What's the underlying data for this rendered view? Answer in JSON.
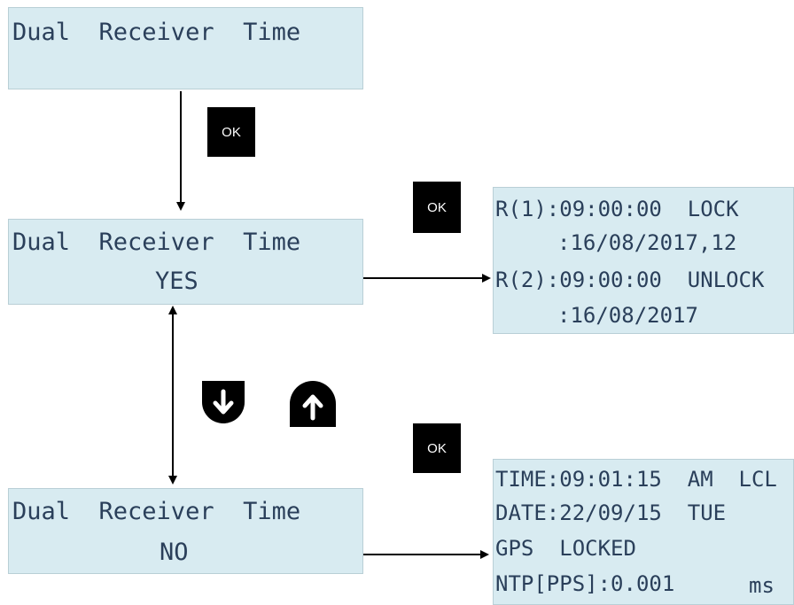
{
  "screens": {
    "top": {
      "line1": "Dual  Receiver  Time"
    },
    "middle": {
      "line1": "Dual  Receiver  Time",
      "line2": "YES"
    },
    "bottom": {
      "line1": "Dual  Receiver  Time",
      "line2": "NO"
    },
    "receivers": {
      "line1": "R(1):09:00:00  LOCK",
      "line2": ":16/08/2017,12",
      "line3": "R(2):09:00:00  UNLOCK",
      "line4": ":16/08/2017"
    },
    "status": {
      "line1": "TIME:09:01:15  AM  LCL",
      "line2": "DATE:22/09/15  TUE",
      "line3": "GPS  LOCKED",
      "line4": "NTP[PPS]:0.001",
      "line4_unit": "ms"
    }
  },
  "keys": {
    "ok_top": "OK",
    "ok_middle": "OK",
    "ok_bottom": "OK",
    "down_icon": "down-arrow-icon",
    "up_icon": "up-arrow-icon"
  },
  "colors": {
    "lcd_background": "#d8ebf1",
    "lcd_text": "#2a3f5a",
    "key_background": "#000000",
    "arrow": "#000000"
  }
}
